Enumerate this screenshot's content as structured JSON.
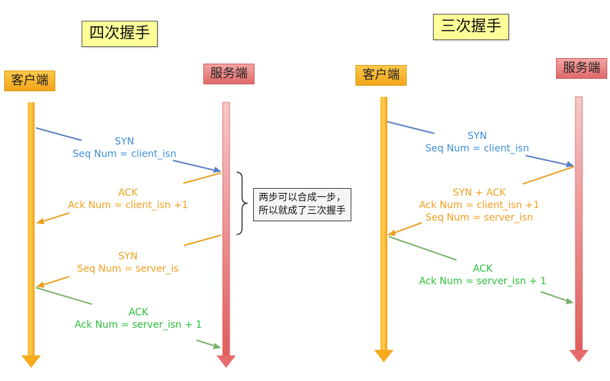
{
  "left": {
    "title": "四次握手",
    "client_label": "客户端",
    "server_label": "服务端",
    "messages": [
      {
        "line1": "SYN",
        "line2": "Seq Num = client_isn"
      },
      {
        "line1": "ACK",
        "line2": "Ack Num =  client_isn +1"
      },
      {
        "line1": "SYN",
        "line2": "Seq Num = server_is"
      },
      {
        "line1": "ACK",
        "line2": "Ack Num = server_isn + 1"
      }
    ],
    "note_line1": "两步可以合成一步，",
    "note_line2": "所以就成了三次握手"
  },
  "right": {
    "title": "三次握手",
    "client_label": "客户端",
    "server_label": "服务端",
    "messages": [
      {
        "line1": "SYN",
        "line2": "Seq Num = client_isn"
      },
      {
        "line1": "SYN + ACK",
        "line2": "Ack Num =  client_isn +1",
        "line3": "Seq Num = server_isn"
      },
      {
        "line1": "ACK",
        "line2": "Ack Num = server_isn + 1"
      }
    ]
  },
  "colors": {
    "blue": "#3f8fd8",
    "orange": "#f0a020",
    "green": "#2bbf3a",
    "client_bar": "#f6aa1c",
    "server_bar": "#e86b6b",
    "title_bg": "#ffff99"
  }
}
